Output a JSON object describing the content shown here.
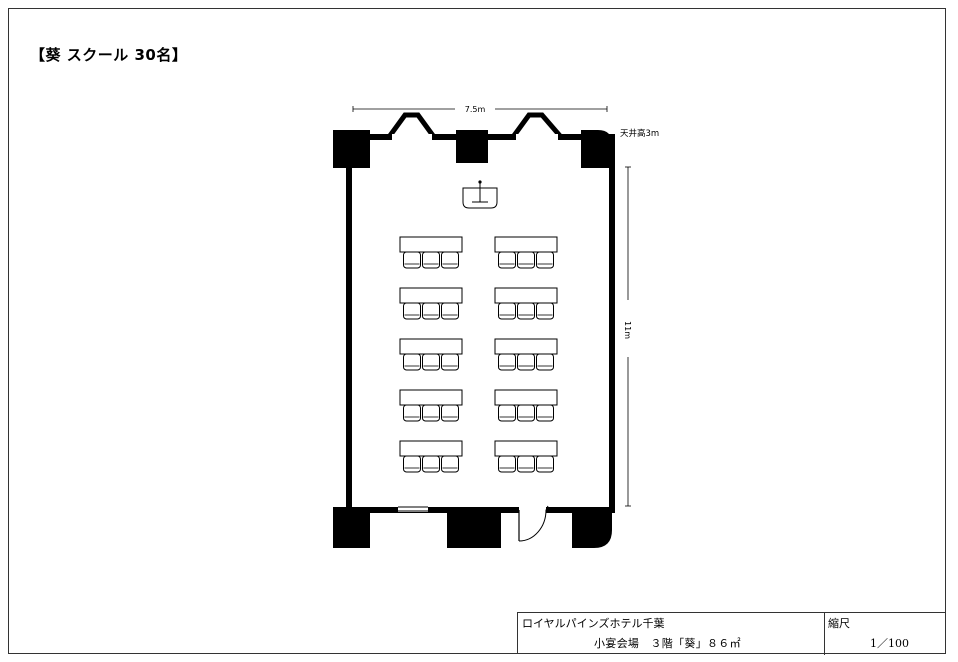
{
  "title": "【葵 スクール 30名】",
  "dimensions": {
    "width": "7.5m",
    "length": "11m",
    "ceiling": "天井高3m"
  },
  "layout": {
    "style": "スクール",
    "rows": 5,
    "columns": 2,
    "chairs_per_table": 3,
    "capacity": "30名"
  },
  "info": {
    "hotel": "ロイヤルパインズホテル千葉",
    "room": "小宴会場　３階「葵」８６㎡",
    "scale_label": "縮尺",
    "scale_value": "1／100"
  }
}
